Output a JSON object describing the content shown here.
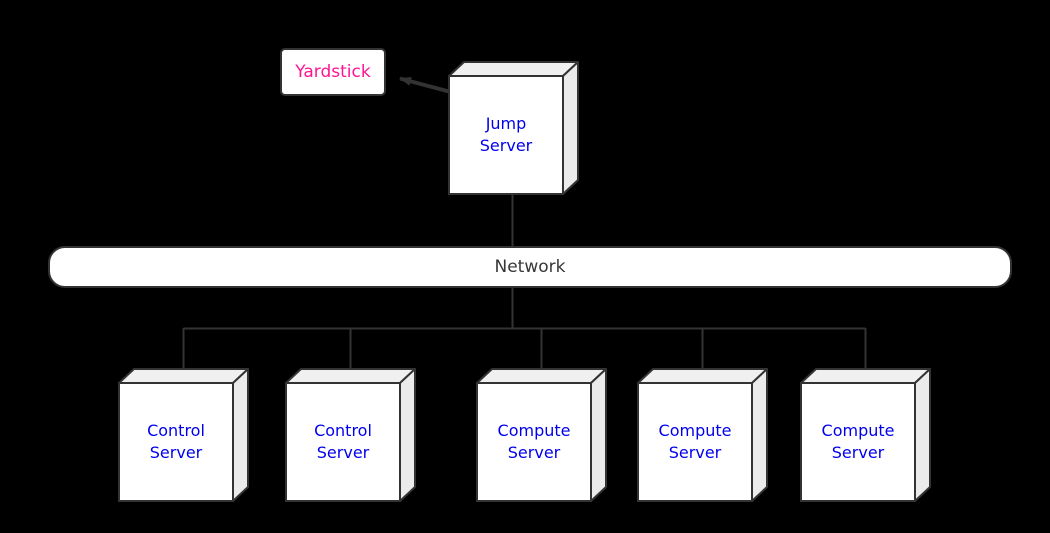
{
  "diagram": {
    "type": "network-topology",
    "background": "#000000",
    "nodes": {
      "yardstick": {
        "label": "Yardstick",
        "shape": "rounded-rectangle",
        "text_color": "#ff1493"
      },
      "jump_server": {
        "label": "Jump Server",
        "shape": "box3d",
        "text_color": "#0000ee"
      },
      "network": {
        "label": "Network",
        "shape": "capsule",
        "text_color": "#363636"
      },
      "servers": [
        {
          "label": "Control Server"
        },
        {
          "label": "Control Server"
        },
        {
          "label": "Compute Server"
        },
        {
          "label": "Compute Server"
        },
        {
          "label": "Compute Server"
        }
      ]
    },
    "edges": [
      {
        "from": "Jump Server",
        "to": "Yardstick",
        "style": "thick-arrow-from-port-circle"
      },
      {
        "from": "Jump Server",
        "to": "Network",
        "style": "line"
      },
      {
        "from": "Network",
        "to": "Control Server 1",
        "style": "line"
      },
      {
        "from": "Network",
        "to": "Control Server 2",
        "style": "line"
      },
      {
        "from": "Network",
        "to": "Compute Server 1",
        "style": "line"
      },
      {
        "from": "Network",
        "to": "Compute Server 2",
        "style": "line"
      },
      {
        "from": "Network",
        "to": "Compute Server 3",
        "style": "line"
      }
    ],
    "colors": {
      "line": "#333333",
      "box_border": "#333333",
      "face_front": "#ffffff",
      "face_top": "#f0f0f0",
      "face_side": "#ebebeb",
      "label_blue": "#0000ee",
      "label_pink": "#ff1493",
      "network_text": "#363636"
    }
  }
}
